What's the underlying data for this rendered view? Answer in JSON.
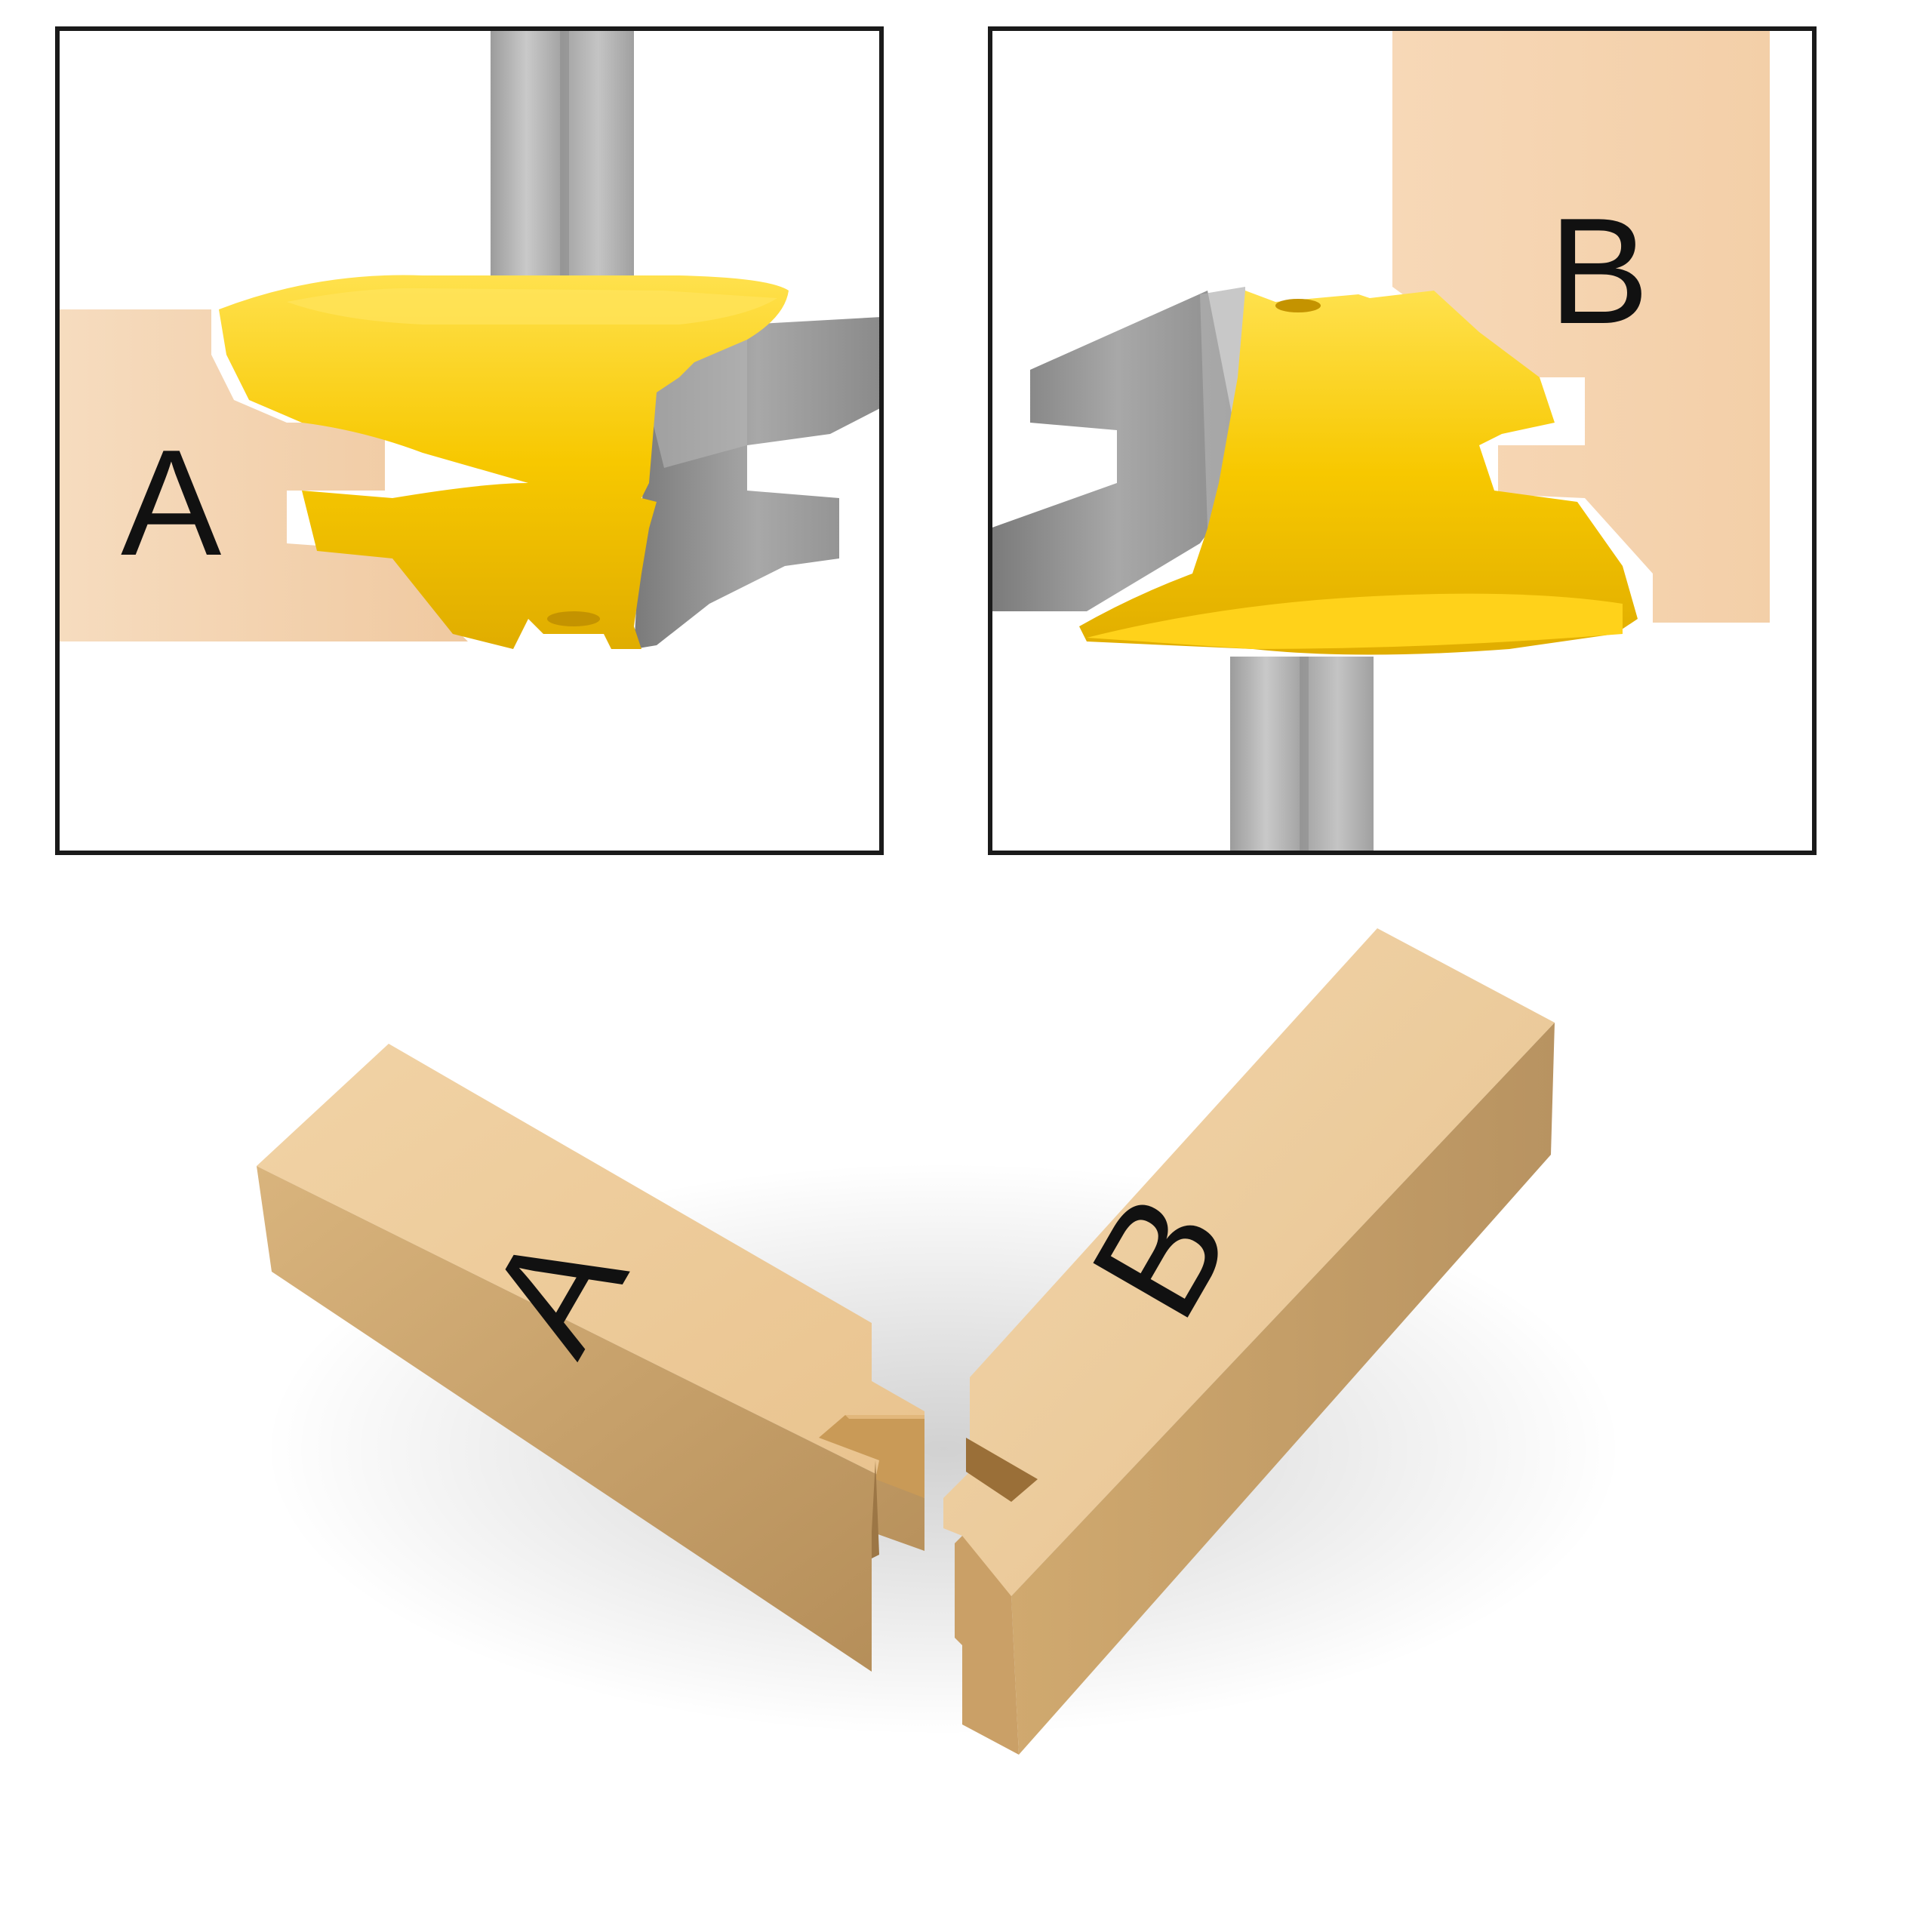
{
  "panels": {
    "panel_a": {
      "label": "A"
    },
    "panel_b": {
      "label": "B"
    }
  },
  "joint": {
    "board_a_label": "A",
    "board_b_label": "B"
  },
  "colors": {
    "background": "#ffffff",
    "frame": "#1a1a1a",
    "wood_light": "#f4d2ad",
    "wood_face": "#e8c896",
    "wood_side": "#c9a16b",
    "wood_dark": "#a9824f",
    "cutter_yellow": "#f7c800",
    "cutter_highlight": "#ffe04a",
    "cutter_shade": "#d9a800",
    "steel": "#8f8f8f",
    "steel_light": "#bdbdbd",
    "steel_dark": "#6e6e6e",
    "shank": "#b8b8b8",
    "label": "#111111"
  }
}
